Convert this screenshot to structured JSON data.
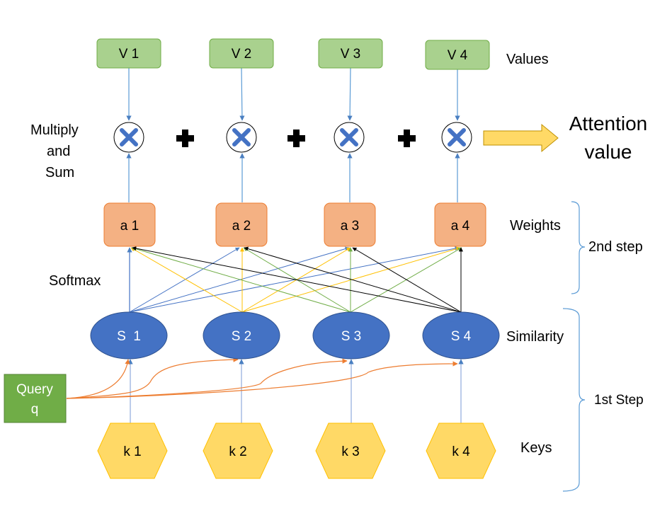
{
  "values": [
    "V 1",
    "V 2",
    "V 3",
    "V 4"
  ],
  "weights": [
    "a 1",
    "a 2",
    "a 3",
    "a 4"
  ],
  "similarities": [
    "S  1",
    "S 2",
    "S 3",
    "S 4"
  ],
  "keys": [
    "k 1",
    "k 2",
    "k 3",
    "k 4"
  ],
  "query": {
    "line1": "Query",
    "line2": "q"
  },
  "labels": {
    "values": "Values",
    "multiply_line1": "Multiply",
    "multiply_line2": "and",
    "multiply_line3": "Sum",
    "weights": "Weights",
    "softmax": "Softmax",
    "similarity": "Similarity",
    "keys": "Keys",
    "second_step": "2nd step",
    "first_step": "1st Step",
    "attention_line1": "Attention",
    "attention_line2": "value"
  },
  "colors": {
    "value_fill": "#a9d18e",
    "value_stroke": "#70ad47",
    "weight_fill": "#f4b183",
    "weight_stroke": "#ed7d31",
    "similarity_fill": "#4472c4",
    "similarity_stroke": "#2f528f",
    "key_fill": "#ffd966",
    "key_stroke": "#ffc000",
    "query_fill": "#70ad47",
    "arrow_blue": "#5b9bd5",
    "arrow_orange": "#ed7d31",
    "line_gold": "#ffc000",
    "line_green": "#70ad47",
    "line_blue": "#4472c4",
    "line_black": "#000000",
    "attention_arrow_fill": "#ffd966",
    "cross_color": "#4472c4",
    "brace_color": "#5b9bd5"
  }
}
